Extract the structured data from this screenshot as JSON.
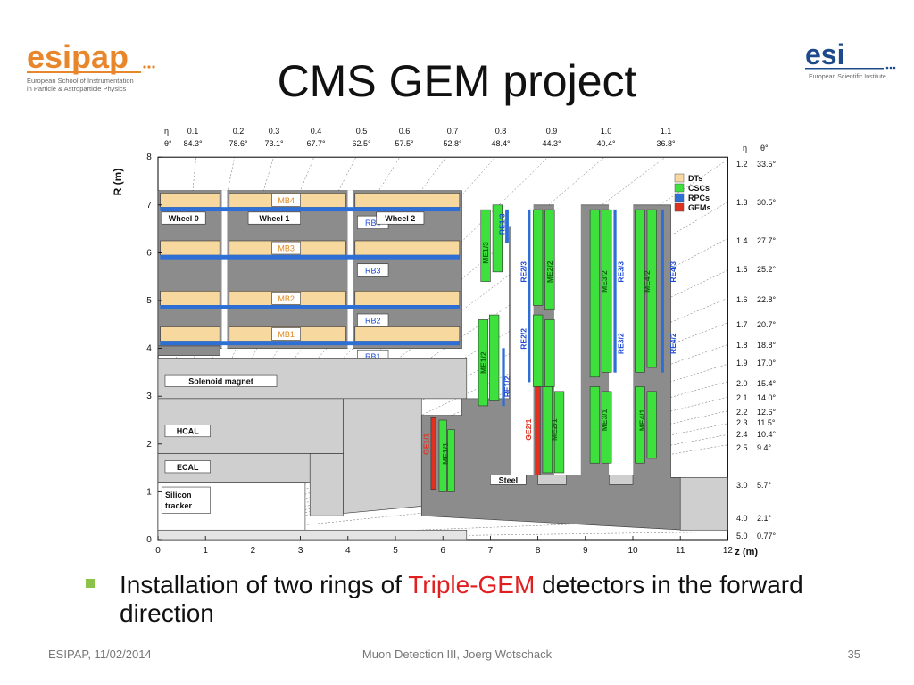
{
  "slide": {
    "title": "CMS GEM project",
    "bullet": {
      "before": "Installation of two rings of ",
      "highlight": "Triple-GEM",
      "after": " detectors in the forward direction"
    },
    "footer": {
      "left": "ESIPAP, 11/02/2014",
      "center": "Muon Detection III, Joerg Wotschack",
      "right": "35"
    }
  },
  "logos": {
    "left": {
      "name": "esipap",
      "line1": "European School of Instrumentation",
      "line2": "in Particle & Astroparticle Physics"
    },
    "right": {
      "name": "esi",
      "line1": "European Scientific Institute"
    }
  },
  "diagram": {
    "colors": {
      "dt": "#f7d9a0",
      "csc": "#3ee03e",
      "rpc": "#2e6fd6",
      "gem": "#e03020",
      "steel": "#8c8c8c",
      "light": "#cfcfcf"
    },
    "axes": {
      "z_label": "z (m)",
      "r_label": "R (m)",
      "z_ticks": [
        "0",
        "1",
        "2",
        "3",
        "4",
        "5",
        "6",
        "7",
        "8",
        "9",
        "10",
        "11",
        "12"
      ],
      "r_ticks": [
        "0",
        "1",
        "2",
        "3",
        "4",
        "5",
        "6",
        "7",
        "8"
      ]
    },
    "top_eta": {
      "eta_symbol": "η",
      "theta_symbol": "θ°",
      "eta": [
        "0.1",
        "0.2",
        "0.3",
        "0.4",
        "0.5",
        "0.6",
        "0.7",
        "0.8",
        "0.9",
        "1.0",
        "1.1"
      ],
      "theta": [
        "84.3°",
        "78.6°",
        "73.1°",
        "67.7°",
        "62.5°",
        "57.5°",
        "52.8°",
        "48.4°",
        "44.3°",
        "40.4°",
        "36.8°"
      ]
    },
    "right_eta": {
      "eta_symbol": "η",
      "theta_symbol": "θ°",
      "eta": [
        "1.2",
        "1.3",
        "1.4",
        "1.5",
        "1.6",
        "1.7",
        "1.8",
        "1.9",
        "2.0",
        "2.1",
        "2.2",
        "2.3",
        "2.4",
        "2.5",
        "3.0",
        "4.0",
        "5.0"
      ],
      "theta": [
        "33.5°",
        "30.5°",
        "27.7°",
        "25.2°",
        "22.8°",
        "20.7°",
        "18.8°",
        "17.0°",
        "15.4°",
        "14.0°",
        "12.6°",
        "11.5°",
        "10.4°",
        "9.4°",
        "5.7°",
        "2.1°",
        "0.77°"
      ]
    },
    "legend": [
      {
        "label": "DTs",
        "color": "#f7d9a0"
      },
      {
        "label": "CSCs",
        "color": "#3ee03e"
      },
      {
        "label": "RPCs",
        "color": "#2e6fd6"
      },
      {
        "label": "GEMs",
        "color": "#e03020"
      }
    ],
    "barrel": {
      "wheels": [
        "Wheel 0",
        "Wheel 1",
        "Wheel 2"
      ],
      "mb": [
        "MB4",
        "MB3",
        "MB2",
        "MB1"
      ],
      "rb": [
        "RB4",
        "RB3",
        "RB2",
        "RB1"
      ]
    },
    "components": {
      "solenoid": "Solenoid magnet",
      "hcal": "HCAL",
      "ecal": "ECAL",
      "tracker_line1": "Silicon",
      "tracker_line2": "tracker",
      "steel": "Steel"
    },
    "endcap_labels": {
      "me13": "ME1/3",
      "re13": "RE1/3",
      "me12": "ME1/2",
      "re12": "RE1/2",
      "me11": "ME1/1",
      "ge11": "GE1/1",
      "re23": "RE2/3",
      "me22": "ME2/2",
      "re22": "RE2/2",
      "ge21": "GE2/1",
      "me21": "ME2/1",
      "me32": "ME3/2",
      "re33": "RE3/3",
      "me42": "ME4/2",
      "re43": "RE4/3",
      "re32": "RE3/2",
      "re42": "RE4/2",
      "me31": "ME3/1",
      "me41": "ME4/1"
    }
  }
}
